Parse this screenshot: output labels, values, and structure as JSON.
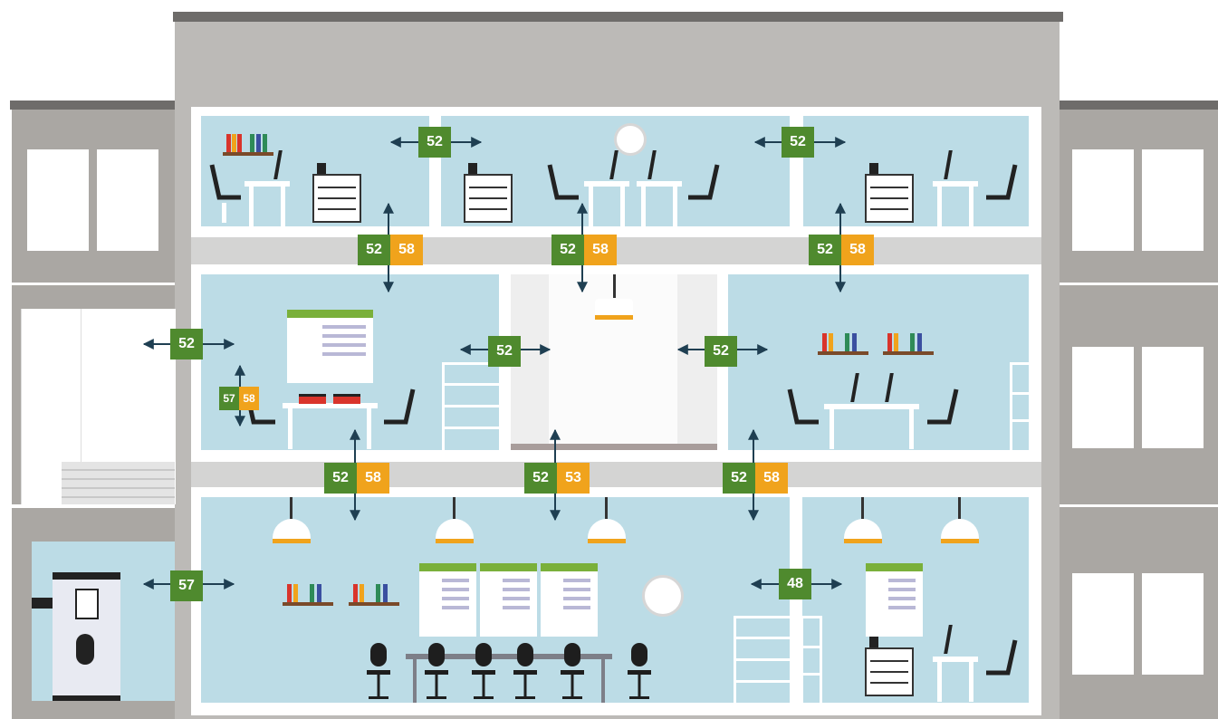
{
  "badges": {
    "top_left_horizontal": "52",
    "top_right_horizontal": "52",
    "slab1_left_green": "52",
    "slab1_left_orange": "58",
    "slab1_mid_green": "52",
    "slab1_mid_orange": "58",
    "slab1_right_green": "52",
    "slab1_right_orange": "58",
    "facade_middle": "52",
    "mid_left_room": "52",
    "mid_right_room": "52",
    "small_green": "57",
    "small_orange": "58",
    "slab2_left_green": "52",
    "slab2_left_orange": "58",
    "slab2_mid_green": "52",
    "slab2_mid_orange": "53",
    "slab2_right_green": "52",
    "slab2_right_orange": "58",
    "facade_lower": "57",
    "ground_right_room": "48"
  },
  "colors": {
    "green": "#4f8a2e",
    "orange": "#f0a31c",
    "room": "#bcdce6",
    "wall": "#bcbab7"
  }
}
